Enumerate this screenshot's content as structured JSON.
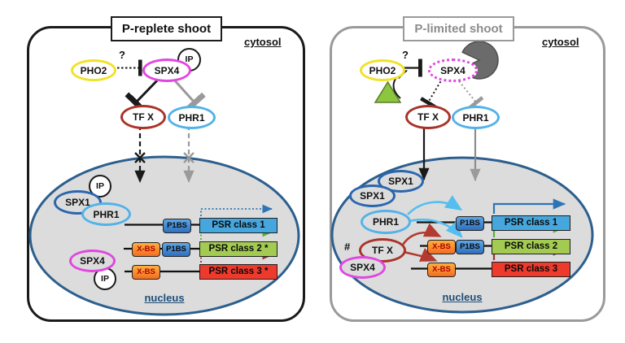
{
  "colors": {
    "panel_left_border": "#1a1a1a",
    "panel_right_border": "#9a9a9a",
    "nucleus_fill": "#dcdcdc",
    "nucleus_border": "#2c5f8e",
    "pho2_border": "#f2e126",
    "spx4_border": "#e146e1",
    "tfx_border": "#a93328",
    "phr1_border": "#53b2e8",
    "spx1_border": "#2a66ae",
    "p1bs_fill": "#3e8cd6",
    "xbs_fill": "#f7941d",
    "psr_class1_fill": "#46a7de",
    "psr_class2_fill": "#a3cb52",
    "psr_class3_fill": "#ee3a2c",
    "arrow_blue": "#2e74b5",
    "arrow_green": "#55b237",
    "arrow_maroon": "#9a3432",
    "arrow_lightblue": "#53beef",
    "arrow_red": "#b23a31",
    "arrow_gray": "#9a9a9a",
    "pacman_fill": "#6b6b6b",
    "triangle_fill": "#8cc63f"
  },
  "left": {
    "title": "P-replete shoot",
    "cytosol_label": "cytosol",
    "nucleus_label": "nucleus",
    "question_mark": "?",
    "pho2": "PHO2",
    "spx4": "SPX4",
    "ip": "IP",
    "tfx": "TF X",
    "phr1": "PHR1",
    "nuc": {
      "ip_top": "IP",
      "spx1": "SPX1",
      "phr1": "PHR1",
      "spx4": "SPX4",
      "ip_bottom": "IP"
    },
    "rows": [
      {
        "p1bs": "P1BS",
        "gene": "PSR class 1"
      },
      {
        "xbs": "X-BS",
        "p1bs": "P1BS",
        "gene": "PSR class 2 *"
      },
      {
        "xbs": "X-BS",
        "gene": "PSR class 3 *"
      }
    ]
  },
  "right": {
    "title": "P-limited shoot",
    "cytosol_label": "cytosol",
    "nucleus_label": "nucleus",
    "question_mark": "?",
    "hash": "#",
    "pho2": "PHO2",
    "spx4": "SPX4",
    "tfx": "TF X",
    "phr1": "PHR1",
    "nuc": {
      "spx1_a": "SPX1",
      "spx1_b": "SPX1",
      "phr1": "PHR1",
      "tfx": "TF X",
      "spx4": "SPX4"
    },
    "rows": [
      {
        "p1bs": "P1BS",
        "gene": "PSR class 1"
      },
      {
        "xbs": "X-BS",
        "p1bs": "P1BS",
        "gene": "PSR class 2"
      },
      {
        "xbs": "X-BS",
        "gene": "PSR class 3"
      }
    ]
  }
}
